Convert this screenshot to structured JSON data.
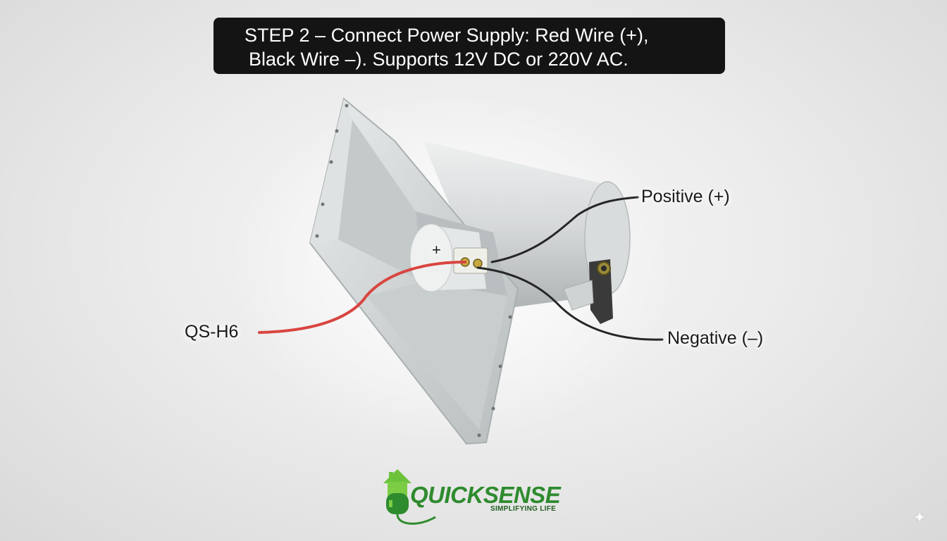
{
  "title": {
    "line1": "STEP 2 – Connect Power Supply: Red Wire (+),",
    "line2": "Black Wire –). Supports 12V DC or 220V AC."
  },
  "labels": {
    "positive": "Positive (+)",
    "negative": "Negative (–)",
    "model": "QS-H6",
    "plus_mark": "+"
  },
  "logo": {
    "name": "QUICKSENSE",
    "tagline": "SIMPLIFYING LIFE"
  },
  "colors": {
    "red_wire": "#d9453f",
    "black_wire": "#262626",
    "logo_green": "#2e8b2e",
    "title_bg": "#141414"
  },
  "icons": {
    "corner": "sparkle-icon",
    "logo": "plug-house-icon"
  }
}
